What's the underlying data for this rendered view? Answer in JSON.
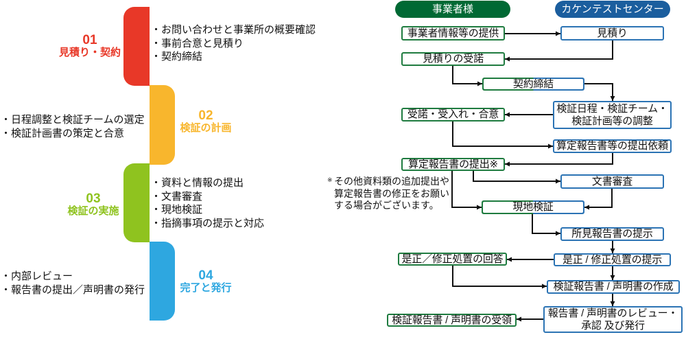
{
  "phases": [
    {
      "number": "01",
      "title": "見積り・契約",
      "color": "#e83828",
      "items": [
        "・お問い合わせと事業所の概要確認",
        "・事前合意と見積り",
        "・契約締結"
      ]
    },
    {
      "number": "02",
      "title": "検証の計画",
      "color": "#f8b62d",
      "items": [
        "・日程調整と検証チームの選定",
        "・検証計画書の策定と合意"
      ]
    },
    {
      "number": "03",
      "title": "検証の実施",
      "color": "#8fc31f",
      "items": [
        "・資料と情報の提出",
        "・文書審査",
        "・現地検証",
        "・指摘事項の提示と対応"
      ]
    },
    {
      "number": "04",
      "title": "完了と発行",
      "color": "#2ea7e0",
      "items": [
        "・内部レビュー",
        "・報告書の提出／声明書の発行"
      ]
    }
  ],
  "flow": {
    "lanes": {
      "client": {
        "label": "事業者様",
        "color": "#006934"
      },
      "center": {
        "label": "カケンテストセンター",
        "color": "#1b5e9e"
      }
    },
    "border_colors": {
      "client": "#1e7b3f",
      "center": "#2b73b4"
    },
    "steps": {
      "provide_info": {
        "lane": "client",
        "lines": [
          "事業者情報等の提供"
        ]
      },
      "estimate": {
        "lane": "center",
        "lines": [
          "見積り"
        ]
      },
      "accept_estimate": {
        "lane": "client",
        "lines": [
          "見積りの受諾"
        ]
      },
      "contract": {
        "lane": "shared",
        "lines": [
          "契約締結"
        ]
      },
      "accept_agree": {
        "lane": "client",
        "lines": [
          "受諾・受入れ・合意"
        ]
      },
      "schedule_adjust": {
        "lane": "center",
        "lines": [
          "検証日程・検証チーム・",
          "検証計画等の調整"
        ]
      },
      "request_report": {
        "lane": "center",
        "lines": [
          "算定報告書等の提出依頼"
        ]
      },
      "submit_report": {
        "lane": "client",
        "lines": [
          "算定報告書の提出※"
        ]
      },
      "doc_review": {
        "lane": "center",
        "lines": [
          "文書審査"
        ]
      },
      "site_verify": {
        "lane": "shared",
        "lines": [
          "現地検証"
        ]
      },
      "findings": {
        "lane": "center",
        "lines": [
          "所見報告書の提示"
        ]
      },
      "corrective_reply": {
        "lane": "client",
        "lines": [
          "是正／修正処置の回答"
        ]
      },
      "corrective_present": {
        "lane": "center",
        "lines": [
          "是正 / 修正処置の提示"
        ]
      },
      "create_report": {
        "lane": "center",
        "lines": [
          "検証報告書 / 声明書の作成"
        ]
      },
      "review_issue": {
        "lane": "center",
        "lines": [
          "報告書 / 声明書のレビュー・",
          "承認 及び発行"
        ]
      },
      "receive_report": {
        "lane": "client",
        "lines": [
          "検証報告書 / 声明書の受領"
        ]
      }
    },
    "note": {
      "mark": "※",
      "lines": [
        "その他資料類の追加提出や",
        "算定報告書の修正をお願い",
        "する場合がございます。"
      ]
    }
  }
}
